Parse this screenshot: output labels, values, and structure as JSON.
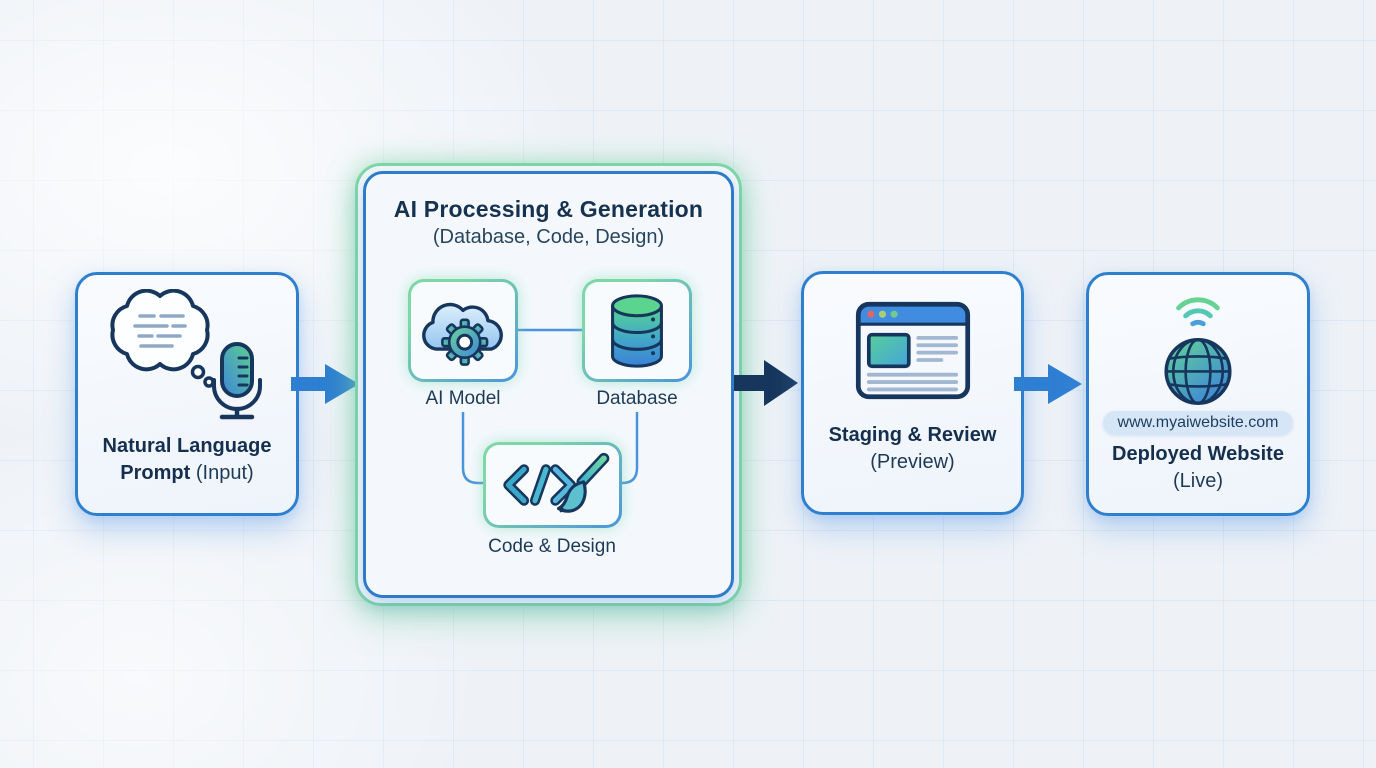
{
  "colors": {
    "background": "#eef2f7",
    "node_border": "#2e80cf",
    "central_ring_green": "#7ed7a6",
    "navy_text": "#16324f",
    "arrow_blue": "#2e7fd2",
    "arrow_navy": "#17365d",
    "pill_bg": "#d7e6f7"
  },
  "nodes": {
    "input": {
      "line1_bold": "Natural Language",
      "line2_bold": "Prompt",
      "line2_regular": "(Input)",
      "icon": "thought-bubble-microphone"
    },
    "central": {
      "title": "AI Processing & Generation",
      "subtitle": "(Database, Code, Design)",
      "children": {
        "ai_model": {
          "label": "AI Model",
          "icon": "cloud-gear"
        },
        "database": {
          "label": "Database",
          "icon": "database-cylinder"
        },
        "code_design": {
          "label": "Code & Design",
          "icon": "code-brackets-paintbrush"
        }
      }
    },
    "staging": {
      "line1_bold": "Staging & Review",
      "line2_regular": "(Preview)",
      "icon": "browser-window"
    },
    "deployed": {
      "url": "www.myaiwebsite.com",
      "line1_bold": "Deployed Website",
      "line2_regular": "(Live)",
      "icon": "globe-with-signal"
    }
  }
}
